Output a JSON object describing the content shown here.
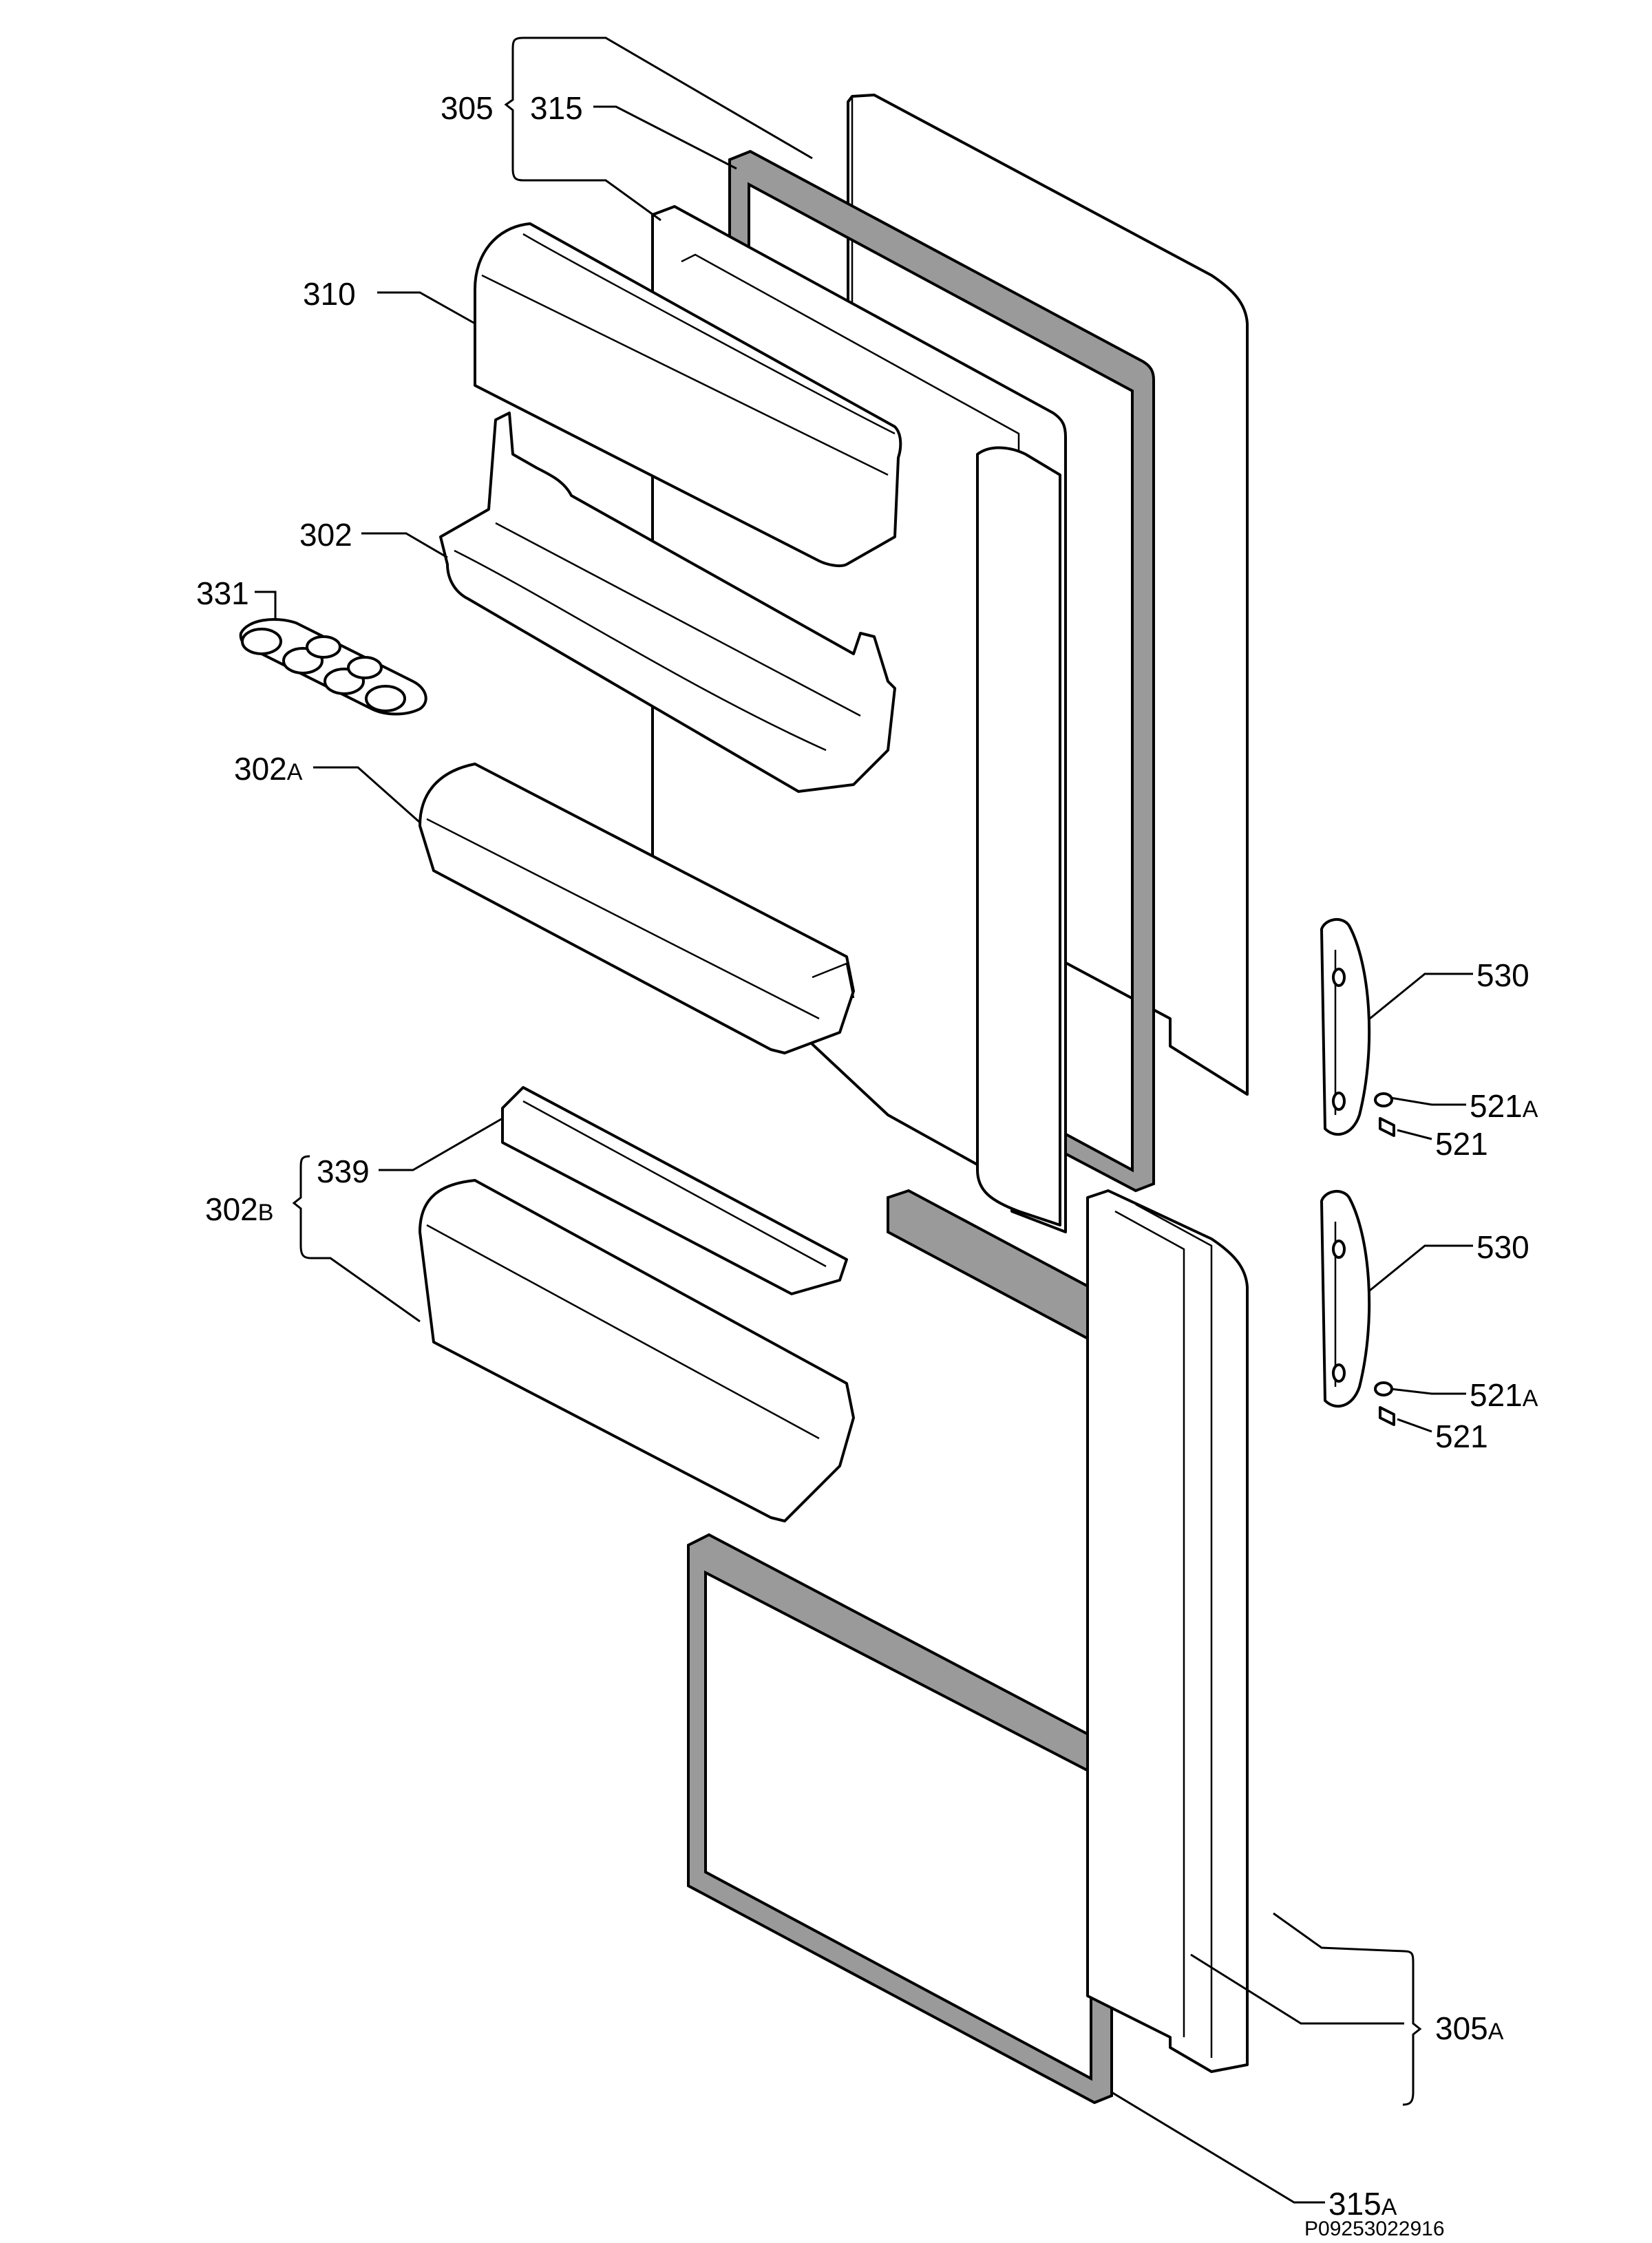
{
  "labels": {
    "l305": "305",
    "l315": "315",
    "l310": "310",
    "l302": "302",
    "l331": "331",
    "l302a": "302",
    "l302a_sfx": "A",
    "l339": "339",
    "l302b": "302",
    "l302b_sfx": "B",
    "l530_top": "530",
    "l521a_top": "521",
    "l521a_top_sfx": "A",
    "l521_top": "521",
    "l530_bot": "530",
    "l521a_bot": "521",
    "l521a_bot_sfx": "A",
    "l521_bot": "521",
    "l305a": "305",
    "l305a_sfx": "A",
    "l315a": "315",
    "l315a_sfx": "A"
  },
  "footer_code": "P09253022916"
}
